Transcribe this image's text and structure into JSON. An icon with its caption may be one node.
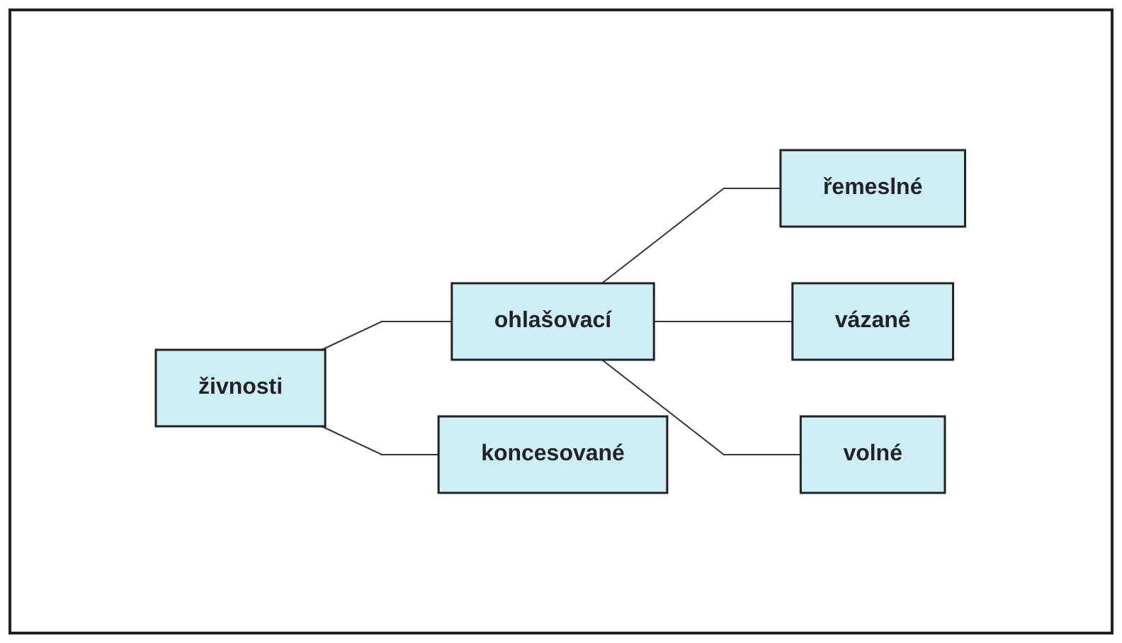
{
  "diagram": {
    "nodes": [
      {
        "text": [
          "živnosti"
        ]
      },
      {
        "text": [
          "ohlašovací"
        ]
      },
      {
        "text": [
          "koncesované"
        ]
      },
      {
        "text": [
          "řemeslné"
        ]
      },
      {
        "text": [
          "vázané"
        ]
      },
      {
        "text": [
          "volné"
        ]
      }
    ],
    "edges": [
      {
        "from": 0,
        "to": 1,
        "arrow": "none"
      },
      {
        "from": 0,
        "to": 2,
        "arrow": "none"
      },
      {
        "from": 1,
        "to": 3,
        "arrow": "none"
      },
      {
        "from": 1,
        "to": 4,
        "arrow": "none"
      },
      {
        "from": 1,
        "to": 5,
        "arrow": "none"
      }
    ]
  }
}
